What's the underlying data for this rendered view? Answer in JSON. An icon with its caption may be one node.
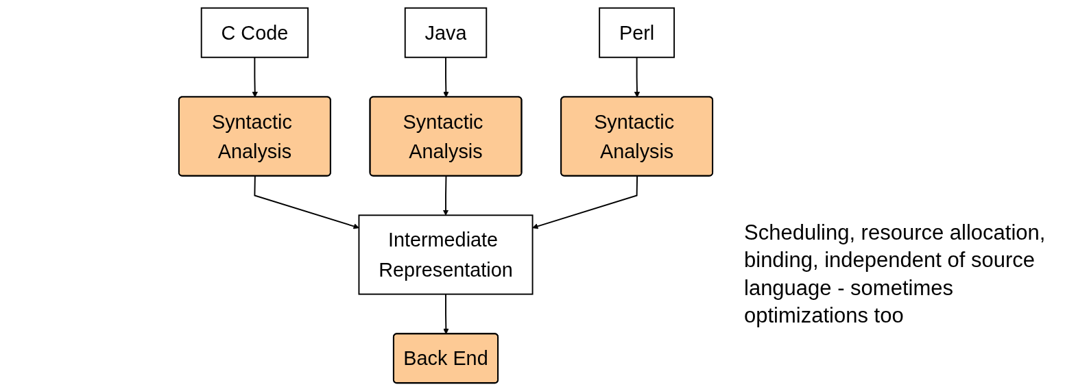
{
  "diagram": {
    "nodes": [
      {
        "text": [
          "C Code"
        ]
      },
      {
        "text": [
          "Java"
        ]
      },
      {
        "text": [
          "Perl"
        ]
      },
      {
        "text": [
          "Syntactic Analysis"
        ]
      },
      {
        "text": [
          "Syntactic Analysis"
        ]
      },
      {
        "text": [
          "Syntactic Analysis"
        ]
      },
      {
        "text": [
          "Intermediate Representation"
        ]
      },
      {
        "text": [
          "Back End"
        ]
      }
    ],
    "edges": [
      {
        "from": 0,
        "to": 3,
        "arrow": "to"
      },
      {
        "from": 1,
        "to": 4,
        "arrow": "to"
      },
      {
        "from": 2,
        "to": 5,
        "arrow": "to"
      },
      {
        "from": 3,
        "to": 6,
        "arrow": "to"
      },
      {
        "from": 4,
        "to": 6,
        "arrow": "to"
      },
      {
        "from": 5,
        "to": 6,
        "arrow": "to"
      },
      {
        "from": 6,
        "to": 7,
        "arrow": "to"
      }
    ],
    "labels": [
      "Scheduling, resource allocation, binding, independent of source language - sometimes optimizations too"
    ]
  }
}
